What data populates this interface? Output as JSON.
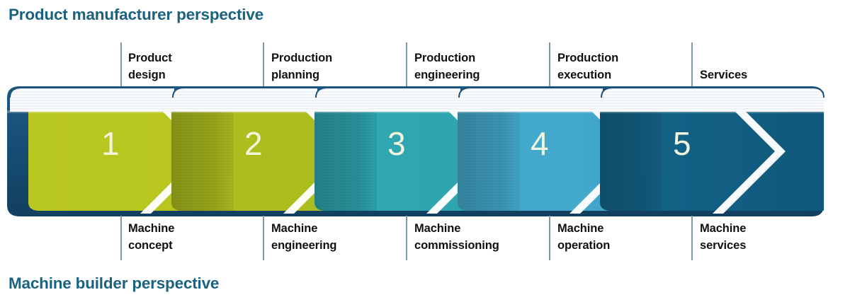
{
  "titles": {
    "top": "Product manufacturer perspective",
    "bottom": "Machine builder perspective",
    "color": "#1a6280"
  },
  "stages": [
    {
      "number": "1",
      "top_label": "Product\ndesign",
      "bottom_label": "Machine\nconcept",
      "color": "#b5c519",
      "color_dark": "#8a9a15"
    },
    {
      "number": "2",
      "top_label": "Production\nplanning",
      "bottom_label": "Machine\nengineering",
      "color": "#a8bb1e",
      "color_dark": "#83961a"
    },
    {
      "number": "3",
      "top_label": "Production\nengineering",
      "bottom_label": "Machine\ncommissioning",
      "color": "#31a6b0",
      "color_dark": "#2a8a93"
    },
    {
      "number": "4",
      "top_label": "Production\nexecution",
      "bottom_label": "Machine\noperation",
      "color": "#3fa8cf",
      "color_dark": "#2d87a8"
    },
    {
      "number": "5",
      "top_label": "Services",
      "bottom_label": "Machine\nservices",
      "color": "#136489",
      "color_dark": "#0e4f6e"
    }
  ],
  "palette": {
    "navy_tail": "#18496e",
    "top_ribbon": "#e8ecf2",
    "separator": "#7d9aa6",
    "number_text": "#f2f4dc",
    "divider_white": "#ffffff"
  }
}
